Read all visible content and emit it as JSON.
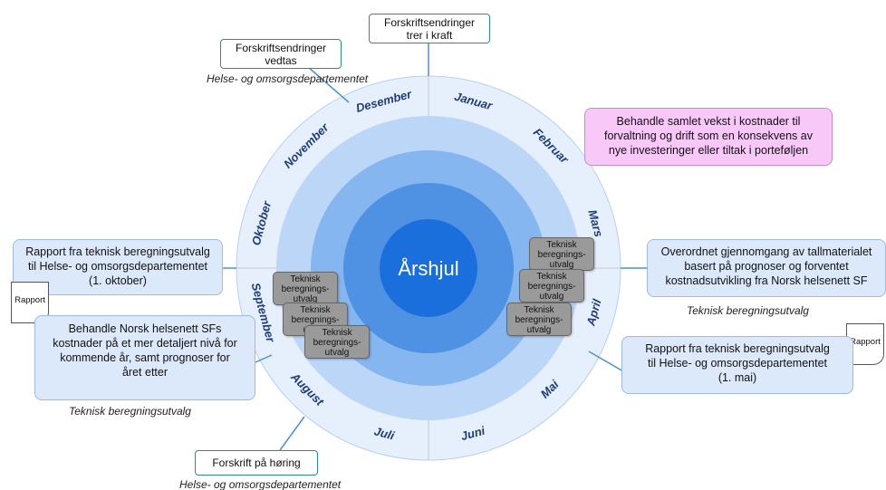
{
  "center": {
    "title": "Årshjul"
  },
  "months": [
    "Januar",
    "Februar",
    "Mars",
    "April",
    "Mai",
    "Juni",
    "Juli",
    "August",
    "September",
    "Oktober",
    "November",
    "Desember"
  ],
  "top_box": {
    "line1": "Forskriftsendringer",
    "line2": "trer i kraft"
  },
  "topleft_box": {
    "line1": "Forskriftsendringer",
    "line2": "vedtas"
  },
  "topleft_caption": "Helse- og omsorgsdepartementet",
  "pink_box": {
    "line1": "Behandle samlet vekst i kostnader til",
    "line2": "forvaltning og drift som en konsekvens av",
    "line3": "nye investeringer eller tiltak i porteføljen"
  },
  "right_box": {
    "line1": "Overordnet gjennomgang av tallmaterialet",
    "line2": "basert på prognoser og forventet",
    "line3": "kostnadsutvikling fra Norsk helsenett SF"
  },
  "right_caption": "Teknisk beregningsutvalg",
  "right_doc": "Rapport",
  "rightbottom_box": {
    "line1": "Rapport fra teknisk beregningsutvalg",
    "line2": "til Helse- og omsorgsdepartementet",
    "line3": "(1. mai)"
  },
  "left_box": {
    "line1": "Rapport fra teknisk beregningsutvalg",
    "line2": "til Helse- og omsorgsdepartementet",
    "line3": "(1. oktober)"
  },
  "left_doc": "Rapport",
  "leftbottom_box": {
    "line1": "Behandle Norsk helsenett SFs",
    "line2": "kostnader på et mer detaljert nivå for",
    "line3": "kommende år, samt prognoser for",
    "line4": "året etter"
  },
  "leftbottom_caption": "Teknisk beregningsutvalg",
  "bottom_box": {
    "line1": "Forskrift på høring"
  },
  "bottom_caption": "Helse- og omsorgsdepartementet",
  "tb_label": {
    "line1": "Teknisk",
    "line2": "beregnings-",
    "line3": "utvalg"
  },
  "colors": {
    "outer_ring": "#e6effc",
    "ring2": "#bcd6f7",
    "ring3": "#86b6ef",
    "ring4": "#4f91e3",
    "core": "#1a6fdc",
    "rule": "#c9c9c9",
    "connector": "#4a90d9"
  }
}
